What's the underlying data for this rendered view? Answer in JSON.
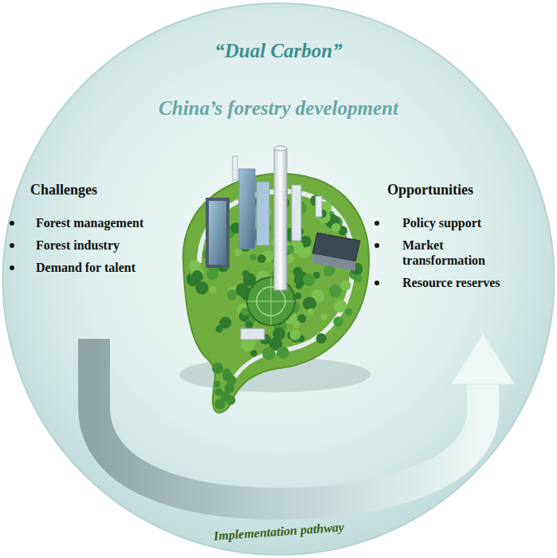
{
  "diagram": {
    "title": "“Dual Carbon”",
    "labels": [
      "China’s forestry development",
      "Challenges",
      "Forest management",
      "Forest industry",
      "Demand for talent",
      "Opportunities",
      "Policy support",
      "Market transformation",
      "Resource reserves",
      "Implementation pathway"
    ]
  }
}
